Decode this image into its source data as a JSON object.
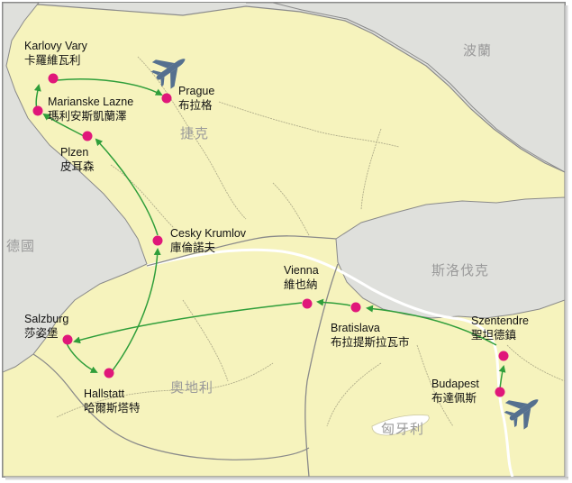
{
  "map": {
    "countries": [
      {
        "id": "poland",
        "label": "波蘭"
      },
      {
        "id": "czech",
        "label": "捷克"
      },
      {
        "id": "germany",
        "label": "德國"
      },
      {
        "id": "slovakia",
        "label": "斯洛伐克"
      },
      {
        "id": "austria",
        "label": "奧地利"
      },
      {
        "id": "hungary",
        "label": "匈牙利"
      }
    ],
    "cities": [
      {
        "id": "karlovy-vary",
        "en": "Karlovy Vary",
        "zh": "卡羅維瓦利"
      },
      {
        "id": "prague",
        "en": "Prague",
        "zh": "布拉格"
      },
      {
        "id": "marianske-lazne",
        "en": "Marianske Lazne",
        "zh": "瑪利安斯凱蘭澤"
      },
      {
        "id": "plzen",
        "en": "Plzen",
        "zh": "皮耳森"
      },
      {
        "id": "cesky-krumlov",
        "en": "Cesky Krumlov",
        "zh": "庫倫諾夫"
      },
      {
        "id": "vienna",
        "en": "Vienna",
        "zh": "維也納"
      },
      {
        "id": "salzburg",
        "en": "Salzburg",
        "zh": "莎姿堡"
      },
      {
        "id": "bratislava",
        "en": "Bratislava",
        "zh": "布拉提斯拉瓦市"
      },
      {
        "id": "szentendre",
        "en": "Szentendre",
        "zh": "聖坦德鎮"
      },
      {
        "id": "hallstatt",
        "en": "Hallstatt",
        "zh": "哈爾斯塔特"
      },
      {
        "id": "budapest",
        "en": "Budapest",
        "zh": "布達佩斯"
      }
    ],
    "route_order": [
      "budapest",
      "szentendre",
      "bratislava",
      "vienna",
      "salzburg",
      "hallstatt",
      "cesky-krumlov",
      "plzen",
      "marianske-lazne",
      "karlovy-vary",
      "prague"
    ],
    "airports": [
      "prague",
      "budapest"
    ],
    "colors": {
      "land": "#f6f3bd",
      "outside": "#dfe0dc",
      "water": "#ffffff",
      "border": "#8a8a8a",
      "region_border": "#b0ad8a",
      "route": "#2f9e3a",
      "city_dot": "#e0177a",
      "plane": "#55708f",
      "country_label": "#9a9a9a"
    }
  }
}
